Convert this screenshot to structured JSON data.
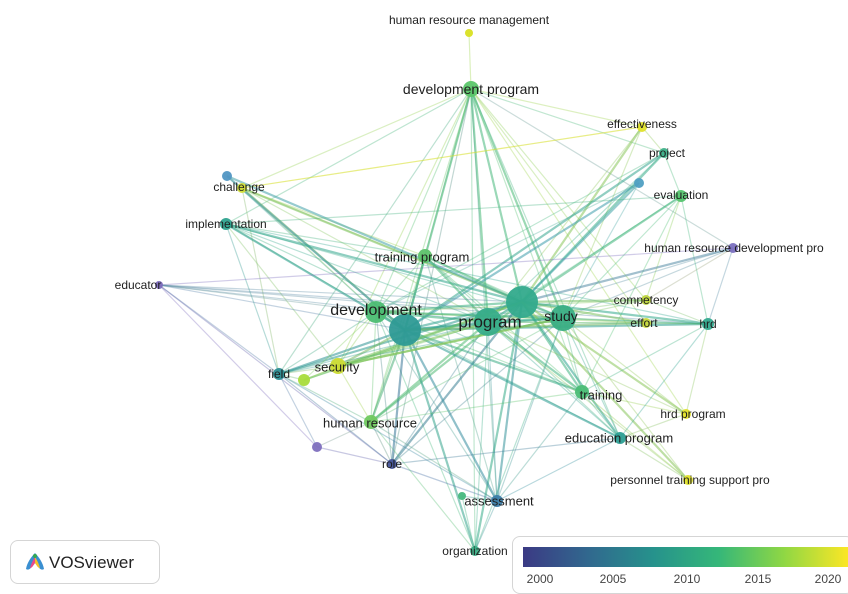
{
  "nodes": [
    {
      "id": "hrm",
      "label": "human resource management",
      "color": "#d9e021",
      "r": 4
    },
    {
      "id": "devprog",
      "label": "development program",
      "color": "#5bc66a",
      "r": 8
    },
    {
      "id": "effect",
      "label": "effectiveness",
      "color": "#e0e22a",
      "r": 5
    },
    {
      "id": "project",
      "label": "project",
      "color": "#3fb18a",
      "r": 5
    },
    {
      "id": "blue1",
      "label": "",
      "color": "#4f9fc2",
      "r": 5
    },
    {
      "id": "eval",
      "label": "evaluation",
      "color": "#55c46e",
      "r": 6
    },
    {
      "id": "challenge",
      "label": "challenge",
      "color": "#d1dd35",
      "r": 5
    },
    {
      "id": "blue2",
      "label": "",
      "color": "#5196c3",
      "r": 5
    },
    {
      "id": "impl",
      "label": "implementation",
      "color": "#2fa38f",
      "r": 6
    },
    {
      "id": "hrdp",
      "label": "human resource development pro",
      "color": "#7a6fbf",
      "r": 5
    },
    {
      "id": "trainprog",
      "label": "training program",
      "color": "#5ec36b",
      "r": 7
    },
    {
      "id": "educator",
      "label": "educator",
      "color": "#7d6bbd",
      "r": 4
    },
    {
      "id": "competency",
      "label": "competency",
      "color": "#bfd63f",
      "r": 5
    },
    {
      "id": "development",
      "label": "development",
      "color": "#4cbd73",
      "r": 11
    },
    {
      "id": "c1",
      "label": "",
      "color": "#33aa8c",
      "r": 16
    },
    {
      "id": "c2",
      "label": "",
      "color": "#2e9a95",
      "r": 16
    },
    {
      "id": "program",
      "label": "program",
      "color": "#37ad89",
      "r": 14
    },
    {
      "id": "study",
      "label": "study",
      "color": "#3aae84",
      "r": 13
    },
    {
      "id": "effort",
      "label": "effort",
      "color": "#c9da3c",
      "r": 5
    },
    {
      "id": "hrd",
      "label": "hrd",
      "color": "#33a98e",
      "r": 6
    },
    {
      "id": "security",
      "label": "security",
      "color": "#cbdb33",
      "r": 8
    },
    {
      "id": "field",
      "label": "field",
      "color": "#2c8d92",
      "r": 6
    },
    {
      "id": "yg",
      "label": "",
      "color": "#a8dc3b",
      "r": 6
    },
    {
      "id": "training",
      "label": "training",
      "color": "#4bbd76",
      "r": 7
    },
    {
      "id": "hrdprogram",
      "label": "hrd program",
      "color": "#e3e22a",
      "r": 5
    },
    {
      "id": "humres",
      "label": "human resource",
      "color": "#70c95f",
      "r": 7
    },
    {
      "id": "eduprog",
      "label": "education program",
      "color": "#2c9e93",
      "r": 6
    },
    {
      "id": "purple",
      "label": "",
      "color": "#7e6fbe",
      "r": 5
    },
    {
      "id": "role",
      "label": "role",
      "color": "#44549a",
      "r": 5
    },
    {
      "id": "ptsp",
      "label": "personnel training support pro",
      "color": "#dfe02a",
      "r": 5
    },
    {
      "id": "assess",
      "label": "assessment",
      "color": "#3c7ea9",
      "r": 6
    },
    {
      "id": "assess2",
      "label": "",
      "color": "#46b87e",
      "r": 4
    },
    {
      "id": "org",
      "label": "organization",
      "color": "#3aaf86",
      "r": 5
    }
  ],
  "logo": {
    "text": "VOSviewer"
  },
  "scale": {
    "ticks": [
      "2000",
      "2005",
      "2010",
      "2015",
      "2020"
    ],
    "colors": [
      "#3b3a84",
      "#31688e",
      "#26928c",
      "#35b779",
      "#8fd744",
      "#fde725"
    ]
  }
}
